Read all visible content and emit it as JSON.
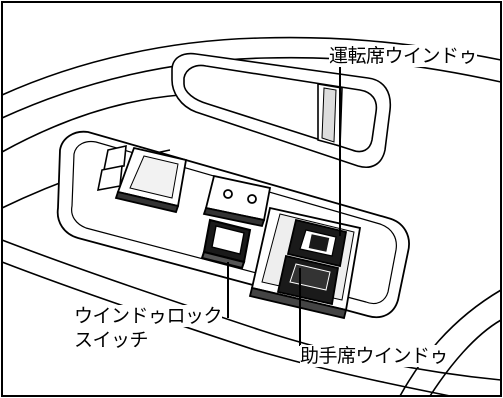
{
  "labels": {
    "driver_window": "運転席ウインドゥ",
    "window_lock_line1": "ウインドゥロック",
    "window_lock_line2": "スイッチ",
    "passenger_window": "助手席ウインドゥ"
  },
  "colors": {
    "ink": "#000000",
    "paper": "#ffffff",
    "switch_dark": "#1a1a1a"
  }
}
